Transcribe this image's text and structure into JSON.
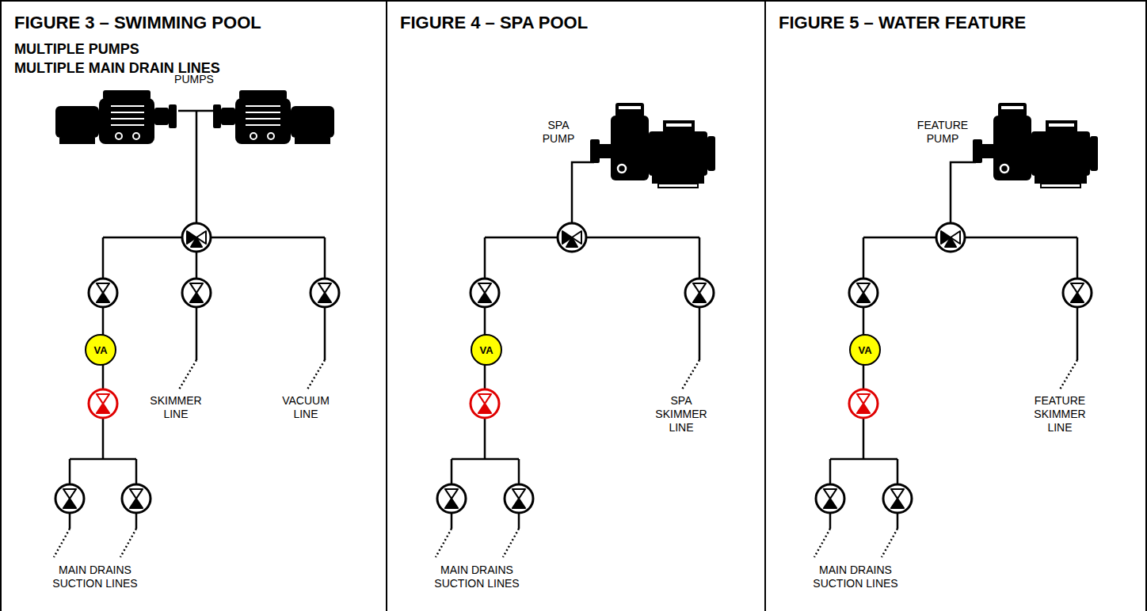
{
  "diagram": {
    "nodes": [
      {
        "text": [
          "FIGURE 3 – SWIMMING POOL",
          "MULTIPLE PUMPS",
          "MULTIPLE MAIN DRAIN LINES"
        ]
      },
      {
        "text": [
          "VA"
        ],
        "in": 0
      },
      {
        "text": [
          "FIGURE 4 – SPA POOL"
        ]
      },
      {
        "text": [
          "VA"
        ],
        "in": 2
      },
      {
        "text": [
          "FIGURE 5 – WATER FEATURE"
        ]
      },
      {
        "text": [
          "VA"
        ],
        "in": 4
      }
    ],
    "labels": [
      "PUMPS",
      "SKIMMER LINE",
      "VACUUM LINE",
      "MAIN DRAINS SUCTION LINES",
      "SPA PUMP",
      "SPA SKIMMER LINE",
      "MAIN DRAINS SUCTION LINES",
      "FEATURE PUMP",
      "FEATURE SKIMMER LINE",
      "MAIN DRAINS SUCTION LINES"
    ]
  }
}
